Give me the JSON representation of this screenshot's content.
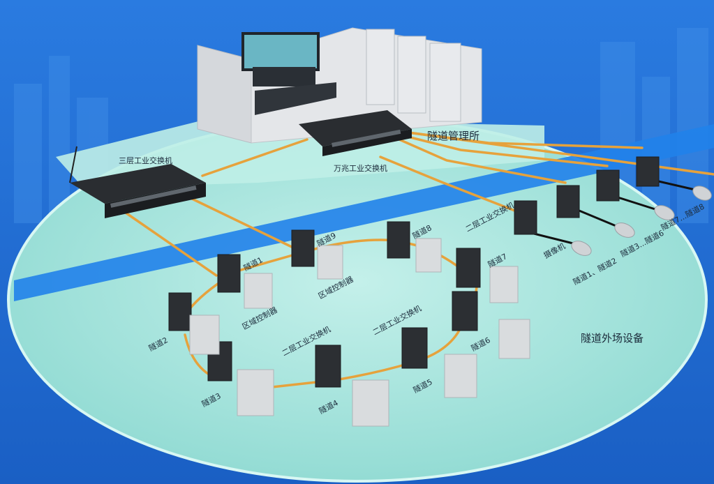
{
  "colors": {
    "background": "#1f6fd6",
    "platform": "#a9e6df",
    "cable": "#e6a23c",
    "road": "#1f7fe6",
    "device": "#2e3135",
    "cabinet": "#d9dcde"
  },
  "labels": {
    "management_station": "隧道管理所",
    "core_switch": "万兆工业交换机",
    "l3_switch": "三层工业交换机",
    "field_equipment": "隧道外场设备",
    "l2_switch_a": "二层工业交换机",
    "l2_switch_b": "二层工业交换机",
    "l2_switch_c": "二层工业交换机",
    "camera": "摄像机",
    "area_controller_a": "区域控制器",
    "area_controller_b": "区域控制器",
    "cam_1_2": "隧道1、隧道2",
    "cam_3_6": "隧道3...隧道6",
    "cam_7_8": "隧道7...隧道8",
    "tunnel_1": "隧道1",
    "tunnel_2": "隧道2",
    "tunnel_3": "隧道3",
    "tunnel_4": "隧道4",
    "tunnel_5": "隧道5",
    "tunnel_6": "隧道6",
    "tunnel_7": "隧道7",
    "tunnel_8": "隧道8",
    "tunnel_9": "隧道9"
  }
}
